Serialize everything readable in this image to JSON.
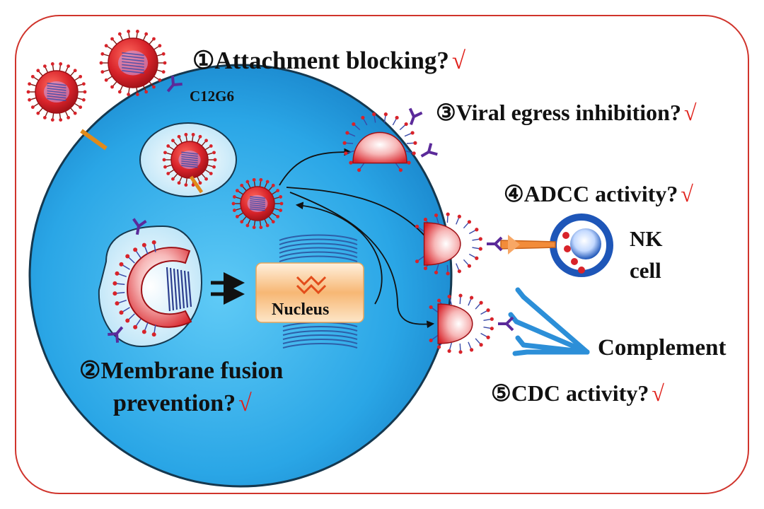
{
  "labels": {
    "attachment": "①Attachment blocking?",
    "antibody": "C12G6",
    "egress": "③Viral egress inhibition?",
    "adcc": "④ADCC activity?",
    "nk_line1": "NK",
    "nk_line2": "cell",
    "fusion_line1": "②Membrane fusion",
    "fusion_line2": "prevention?",
    "nucleus": "Nucleus",
    "complement": "Complement",
    "cdc": "⑤CDC activity?",
    "check": "√"
  },
  "colors": {
    "frame": "#d0342c",
    "cell_fill": "#2aa6e6",
    "cell_stroke": "#15384f",
    "virus": "#d8232a",
    "spike": "#7a1a14",
    "antibody": "#5b2a9a",
    "check": "#e0211b",
    "nk_ring": "#1e56b8",
    "complement": "#2c8fd8",
    "nucleus": "#f7b774"
  }
}
